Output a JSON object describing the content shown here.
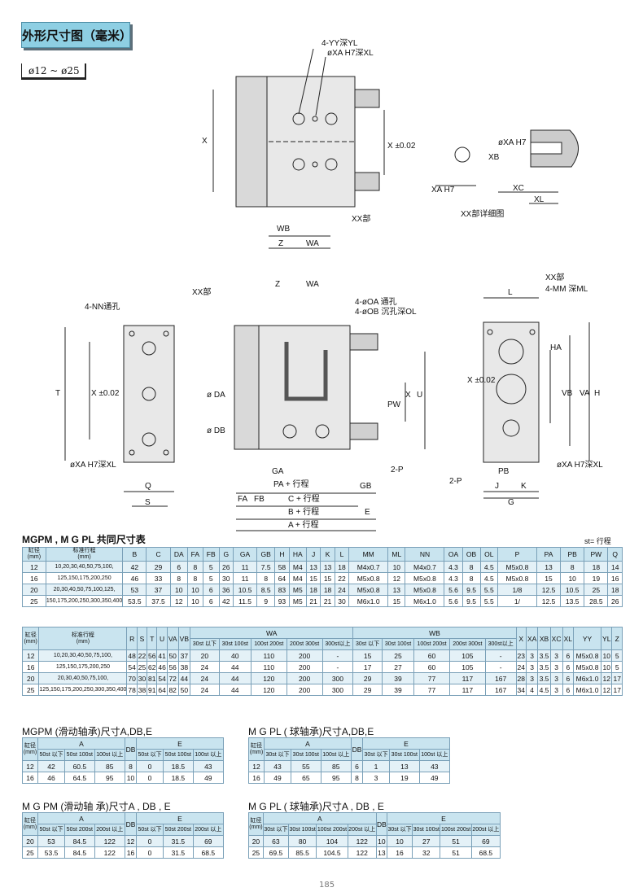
{
  "title": "外形尺寸图（毫米）",
  "size_range": "ø12 ~ ø25",
  "drawing_labels": {
    "yy": "4-YY深YL",
    "xa_top": "øXA H7深XL",
    "x_left": "X",
    "x_tol": "X ±0.02",
    "xx": "XX部",
    "wb": "WB",
    "z": "Z",
    "wa": "WA",
    "detail_title": "XX部详细图",
    "detail_xa": "XA H7",
    "detail_xb": "XB",
    "detail_xa2": "øXA H7",
    "detail_xc": "XC",
    "detail_xl": "XL",
    "nn": "4-NN通孔",
    "xx2": "XX部",
    "t": "T",
    "x2": "X ±0.02",
    "xa_low": "øXA H7深XL",
    "q": "Q",
    "s": "S",
    "oa": "4-øOA 通孔",
    "ob": "4-øOB 沉孔深OL",
    "da": "ø DA",
    "db": "ø DB",
    "pw": "PW",
    "x3": "X",
    "u": "U",
    "ga": "GA",
    "pa": "PA + 行程",
    "fa": "FA",
    "fb": "FB",
    "c": "C + 行程",
    "gb": "GB",
    "b": "B + 行程",
    "e": "E",
    "a": "A + 行程",
    "p2": "2-P",
    "z2": "Z",
    "wa2": "WA",
    "l": "L",
    "xx3": "XX部",
    "mm": "4-MM 深ML",
    "ha": "HA",
    "x4": "X ±0.02",
    "vb": "VB",
    "va": "VA",
    "h": "H",
    "xa3": "øXA H7深XL",
    "p3": "2-P",
    "pb": "PB",
    "j": "J",
    "k": "K",
    "g": "G"
  },
  "common_table": {
    "title": "MGPM , M G PL  共同尺寸表",
    "unit": "st= 行程",
    "headers1": [
      "缸径\n(mm)",
      "标准行程\n(mm)",
      "B",
      "C",
      "DA",
      "FA",
      "FB",
      "G",
      "GA",
      "GB",
      "H",
      "HA",
      "J",
      "K",
      "L",
      "MM",
      "ML",
      "NN",
      "OA",
      "OB",
      "OL",
      "P",
      "PA",
      "PB",
      "PW",
      "Q"
    ],
    "rows1": [
      [
        "12",
        "10,20,30,40,50,75,100,",
        "42",
        "29",
        "6",
        "8",
        "5",
        "26",
        "11",
        "7.5",
        "58",
        "M4",
        "13",
        "13",
        "18",
        "M4x0.7",
        "10",
        "M4x0.7",
        "4.3",
        "8",
        "4.5",
        "M5x0.8",
        "13",
        "8",
        "18",
        "14"
      ],
      [
        "16",
        "125,150,175,200,250",
        "46",
        "33",
        "8",
        "8",
        "5",
        "30",
        "11",
        "8",
        "64",
        "M4",
        "15",
        "15",
        "22",
        "M5x0.8",
        "12",
        "M5x0.8",
        "4.3",
        "8",
        "4.5",
        "M5x0.8",
        "15",
        "10",
        "19",
        "16"
      ],
      [
        "20",
        "20,30,40,50,75,100,125,",
        "53",
        "37",
        "10",
        "10",
        "6",
        "36",
        "10.5",
        "8.5",
        "83",
        "M5",
        "18",
        "18",
        "24",
        "M5x0.8",
        "13",
        "M5x0.8",
        "5.6",
        "9.5",
        "5.5",
        "1/8",
        "12.5",
        "10.5",
        "25",
        "18"
      ],
      [
        "25",
        "150,175,200,250,300,350,400",
        "53.5",
        "37.5",
        "12",
        "10",
        "6",
        "42",
        "11.5",
        "9",
        "93",
        "M5",
        "21",
        "21",
        "30",
        "M6x1.0",
        "15",
        "M6x1.0",
        "5.6",
        "9.5",
        "5.5",
        "1/",
        "12.5",
        "13.5",
        "28.5",
        "26"
      ]
    ],
    "headers2": [
      "缸径\n(mm)",
      "标准行程\n(mm)",
      "R",
      "S",
      "T",
      "U",
      "VA",
      "VB",
      "WA",
      "WB",
      "X",
      "XA",
      "XB",
      "XC",
      "XL",
      "YY",
      "YL",
      "Z"
    ],
    "sub_wa": [
      "30st 以下",
      "30st 100st",
      "100st 200st",
      "200st 300st",
      "300st以上"
    ],
    "sub_wb": [
      "30st 以下",
      "30st 100st",
      "100st 200st",
      "200st 300st",
      "300st以上"
    ],
    "rows2": [
      [
        "12",
        "10,20,30,40,50,75,100,",
        "48",
        "22",
        "56",
        "41",
        "50",
        "37",
        "20",
        "40",
        "110",
        "200",
        "-",
        "15",
        "25",
        "60",
        "105",
        "-",
        "23",
        "3",
        "3.5",
        "3",
        "6",
        "M5x0.8",
        "10",
        "5"
      ],
      [
        "16",
        "125,150,175,200,250",
        "54",
        "25",
        "62",
        "46",
        "56",
        "38",
        "24",
        "44",
        "110",
        "200",
        "-",
        "17",
        "27",
        "60",
        "105",
        "-",
        "24",
        "3",
        "3.5",
        "3",
        "6",
        "M5x0.8",
        "10",
        "5"
      ],
      [
        "20",
        "20,30,40,50,75,100,",
        "70",
        "30",
        "81",
        "54",
        "72",
        "44",
        "24",
        "44",
        "120",
        "200",
        "300",
        "29",
        "39",
        "77",
        "117",
        "167",
        "28",
        "3",
        "3.5",
        "3",
        "6",
        "M6x1.0",
        "12",
        "17"
      ],
      [
        "25",
        "125,150,175,200,250,300,350,400",
        "78",
        "38",
        "91",
        "64",
        "82",
        "50",
        "24",
        "44",
        "120",
        "200",
        "300",
        "29",
        "39",
        "77",
        "117",
        "167",
        "34",
        "4",
        "4.5",
        "3",
        "6",
        "M6x1.0",
        "12",
        "17"
      ]
    ]
  },
  "t_mgpm_slide": {
    "title": "MGPM (滑动轴承)尺寸A,DB,E",
    "h": [
      "缸径\n(mm)",
      "A",
      "DB",
      "E"
    ],
    "sa": [
      "50st 以下",
      "50st 100st",
      "100st 以上"
    ],
    "se": [
      "50st 以下",
      "50st 100st",
      "100st 以上"
    ],
    "rows": [
      [
        "12",
        "42",
        "60.5",
        "85",
        "8",
        "0",
        "18.5",
        "43"
      ],
      [
        "16",
        "46",
        "64.5",
        "95",
        "10",
        "0",
        "18.5",
        "49"
      ]
    ]
  },
  "t_mgpl_ball": {
    "title": "M G PL ( 球轴承)尺寸A,DB,E",
    "h": [
      "缸径\n(mm)",
      "A",
      "DB",
      "E"
    ],
    "sa": [
      "30st 以下",
      "30st 100st",
      "100st 以上"
    ],
    "se": [
      "30st 以下",
      "30st 100st",
      "100st 以上"
    ],
    "rows": [
      [
        "12",
        "43",
        "55",
        "85",
        "6",
        "1",
        "13",
        "43"
      ],
      [
        "16",
        "49",
        "65",
        "95",
        "8",
        "3",
        "19",
        "49"
      ]
    ]
  },
  "t_mgpm_slide2": {
    "title": "M G PM (滑动轴 承)尺寸A , DB , E",
    "h": [
      "缸径\n(mm)",
      "A",
      "DB",
      "E"
    ],
    "sa": [
      "50st 以下",
      "50st 200st",
      "200st 以上"
    ],
    "se": [
      "50st 以下",
      "50st 200st",
      "200st 以上"
    ],
    "rows": [
      [
        "20",
        "53",
        "84.5",
        "122",
        "12",
        "0",
        "31.5",
        "69"
      ],
      [
        "25",
        "53.5",
        "84.5",
        "122",
        "16",
        "0",
        "31.5",
        "68.5"
      ]
    ]
  },
  "t_mgpl_ball2": {
    "title": "M G PL ( 球轴承)尺寸A , DB , E",
    "h": [
      "缸径\n(mm)",
      "A",
      "DB",
      "E"
    ],
    "sa": [
      "30st 以下",
      "30st 100st",
      "100st 200st",
      "200st 以上"
    ],
    "se": [
      "30st 以下",
      "30st 100st",
      "100st 200st",
      "200st 以上"
    ],
    "rows": [
      [
        "20",
        "63",
        "80",
        "104",
        "122",
        "10",
        "10",
        "27",
        "51",
        "69"
      ],
      [
        "25",
        "69.5",
        "85.5",
        "104.5",
        "122",
        "13",
        "16",
        "32",
        "51",
        "68.5"
      ]
    ]
  },
  "page_number": "185"
}
